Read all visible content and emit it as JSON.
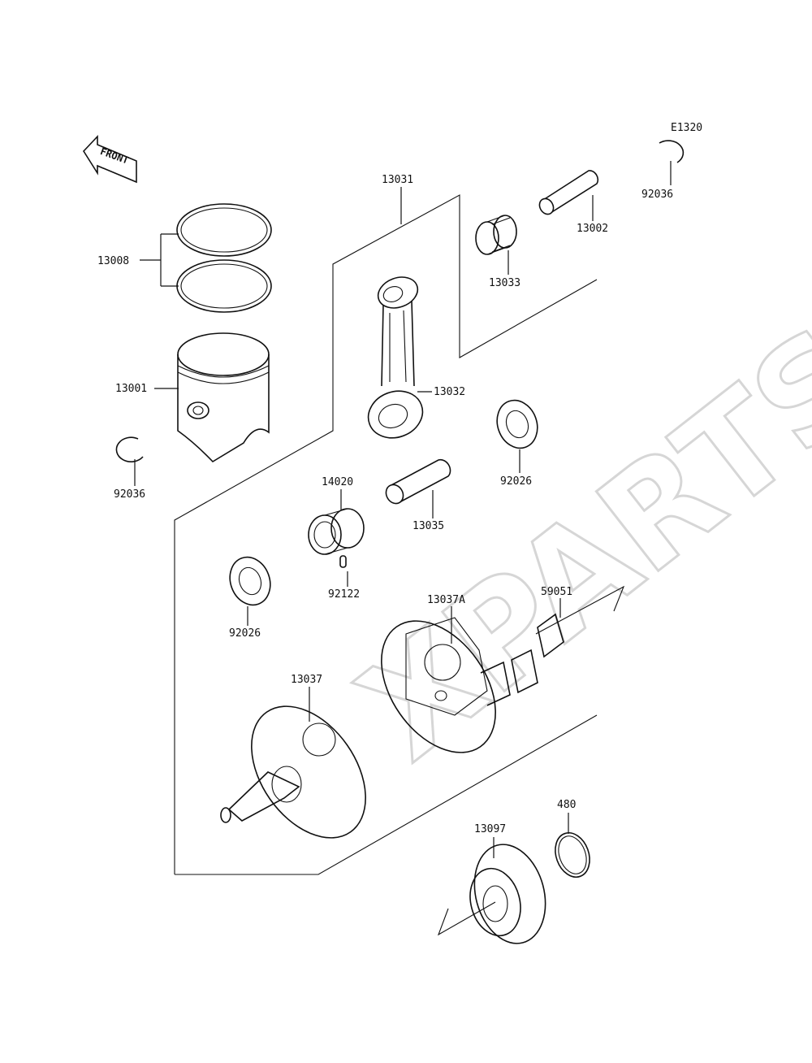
{
  "diagram": {
    "code": "E1320",
    "watermark": "XPARTS",
    "front_label": "FRONT",
    "parts": [
      {
        "id": "p13008",
        "number": "13008"
      },
      {
        "id": "p13001",
        "number": "13001"
      },
      {
        "id": "p92036a",
        "number": "92036"
      },
      {
        "id": "p92036b",
        "number": "92036"
      },
      {
        "id": "p13031",
        "number": "13031"
      },
      {
        "id": "p13032",
        "number": "13032"
      },
      {
        "id": "p13033",
        "number": "13033"
      },
      {
        "id": "p13002",
        "number": "13002"
      },
      {
        "id": "p92026a",
        "number": "92026"
      },
      {
        "id": "p92026b",
        "number": "92026"
      },
      {
        "id": "p14020",
        "number": "14020"
      },
      {
        "id": "p13035",
        "number": "13035"
      },
      {
        "id": "p92122",
        "number": "92122"
      },
      {
        "id": "p13037A",
        "number": "13037A"
      },
      {
        "id": "p59051",
        "number": "59051"
      },
      {
        "id": "p13037",
        "number": "13037"
      },
      {
        "id": "p480",
        "number": "480"
      },
      {
        "id": "p13097",
        "number": "13097"
      }
    ]
  }
}
